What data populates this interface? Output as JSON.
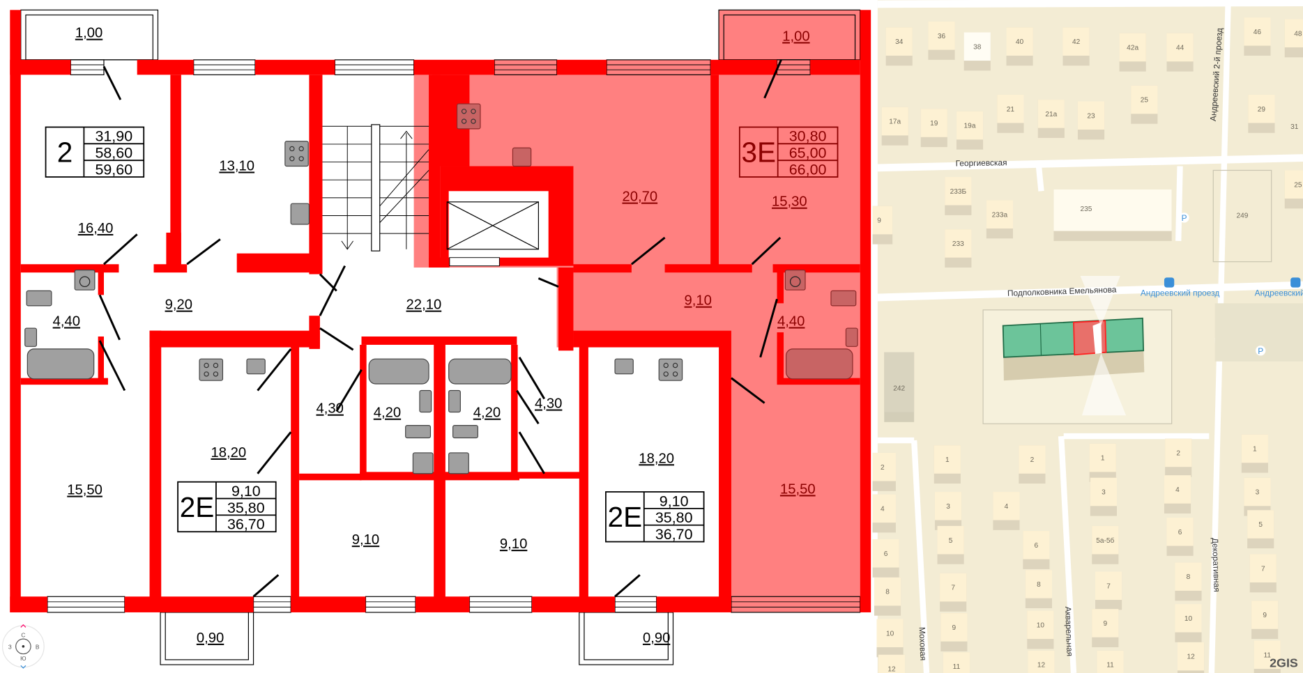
{
  "plan": {
    "rooms": [
      "1,00",
      "16,40",
      "13,10",
      "9,20",
      "4,40",
      "22,10",
      "20,70",
      "15,30",
      "9,10",
      "4,40",
      "4,30",
      "4,20",
      "4,20",
      "4,30",
      "18,20",
      "18,20",
      "15,50",
      "15,50",
      "9,10",
      "9,10",
      "0,90",
      "0,90",
      "1,00"
    ],
    "apartments": [
      {
        "type": "2",
        "values": [
          "31,90",
          "58,60",
          "59,60"
        ],
        "selected": false
      },
      {
        "type": "3Е",
        "values": [
          "30,80",
          "65,00",
          "66,00"
        ],
        "selected": true
      },
      {
        "type": "2Е",
        "values": [
          "9,10",
          "35,80",
          "36,70"
        ],
        "selected": false
      },
      {
        "type": "2Е",
        "values": [
          "9,10",
          "35,80",
          "36,70"
        ],
        "selected": false
      }
    ],
    "colors": {
      "wall": "#ff0000",
      "selected": "#ff8080",
      "fixture": "#a0a0a0"
    }
  },
  "compass": {
    "north": "С",
    "south": "Ю",
    "west": "З",
    "east": "В"
  },
  "map": {
    "streets": [
      "Георгиевская",
      "Андреевский 2-й проезд",
      "Подполковника Емельянова",
      "Моховая",
      "Акварельная",
      "Декоративная"
    ],
    "bus_stops": [
      "Андреевский проезд",
      "Андреевский"
    ],
    "houses": [
      "34",
      "36",
      "38",
      "40",
      "42",
      "42а",
      "44",
      "46",
      "48",
      "17а",
      "19",
      "19а",
      "21",
      "21а",
      "23",
      "25",
      "29",
      "233Б",
      "233а",
      "233",
      "9",
      "25",
      "242",
      "1",
      "3",
      "5",
      "7",
      "9",
      "11",
      "2",
      "4",
      "6",
      "8",
      "10",
      "12",
      "1",
      "3",
      "5а-5б",
      "7",
      "9",
      "11",
      "2",
      "4",
      "6",
      "8",
      "10",
      "12",
      "1",
      "3",
      "5",
      "7",
      "9",
      "11",
      "2",
      "4",
      "6",
      "8",
      "10",
      "12"
    ],
    "big_buildings": [
      "235",
      "249",
      "31"
    ],
    "parking": "P",
    "logo": "2GIS",
    "colors": {
      "ground": "#f3ecd4",
      "house": "#fdf1d3",
      "road": "#ffffff",
      "target": "#6cc49a",
      "target_selected": "#e8706a"
    }
  }
}
